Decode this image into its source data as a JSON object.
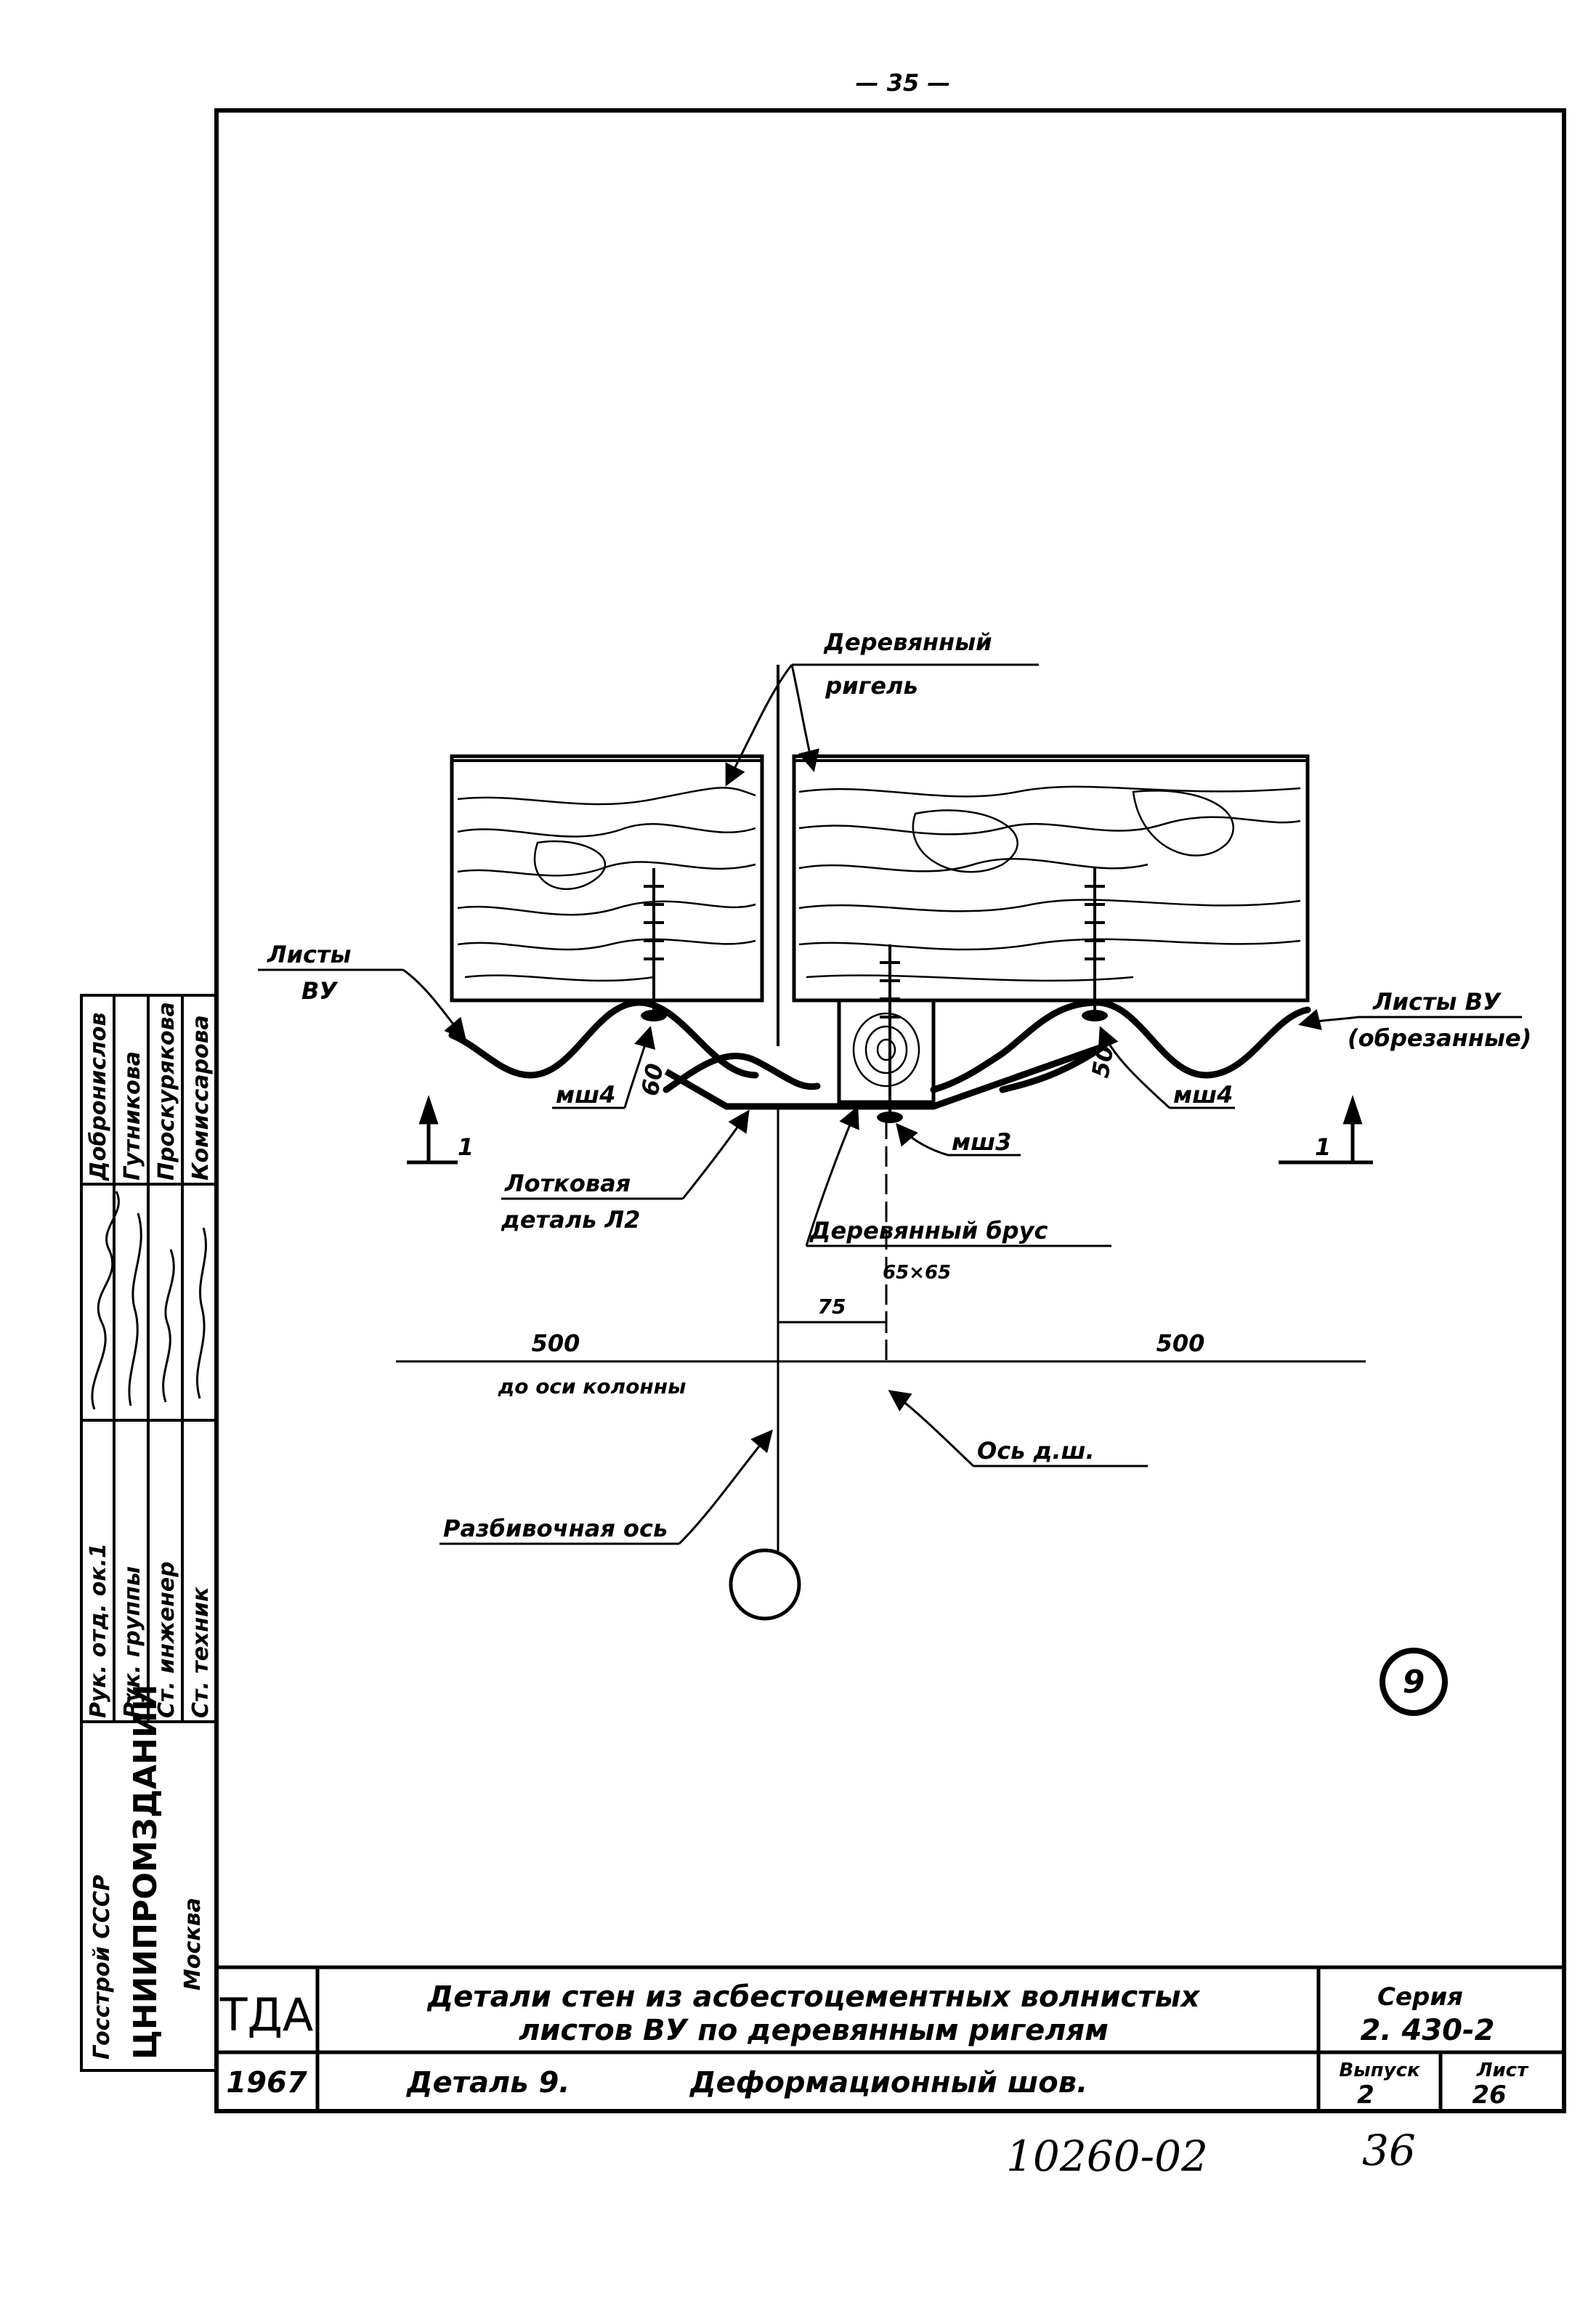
{
  "page_number": "— 35 —",
  "labels": {
    "wooden_girder": [
      "Деревянный",
      "ригель"
    ],
    "sheets_vu_left": [
      "Листы",
      "ВУ"
    ],
    "sheets_vu_right": [
      "Листы ВУ",
      "(обрезанные)"
    ],
    "msh4_left": "мш4",
    "msh4_right": "мш4",
    "msh3": "мш3",
    "dim_60": "60",
    "dim_50": "50",
    "trough_part": [
      "Лотковая",
      "деталь Л2"
    ],
    "wooden_bar": [
      "Деревянный брус",
      "65×65"
    ],
    "section_left": "1",
    "section_right": "1",
    "dim_75": "75",
    "dim_500_left": "500",
    "dim_500_right": "500",
    "to_column_axis": "до оси колонны",
    "joint_axis": "Ось д.ш.",
    "layout_axis": "Разбивочная ось",
    "detail_marker": "9"
  },
  "side_stamp": {
    "org_line1": "Госстрой СССР",
    "org_line2": "ЦНИИПРОМЗДАНИЙ",
    "org_line3": "Москва",
    "roles": [
      "Рук. отд. ок.1",
      "Рук. группы",
      "Ст. инженер",
      "Ст. техник"
    ],
    "names": [
      "Добронислов",
      "Гутникова",
      "Проскурякова",
      "Комиссарова"
    ]
  },
  "title_block": {
    "code": "ТДА",
    "year": "1967",
    "title_line1": "Детали стен из асбестоцементных волнистых",
    "title_line2": "листов ВУ по деревянным ригелям",
    "subtitle_detail": "Деталь 9.",
    "subtitle_name": "Деформационный шов.",
    "series_label": "Серия",
    "series_value": "2. 430-2",
    "issue_label": "Выпуск",
    "issue_value": "2",
    "sheet_label": "Лист",
    "sheet_value": "26"
  },
  "footer": {
    "doc_number": "10260-02",
    "page": "36"
  }
}
